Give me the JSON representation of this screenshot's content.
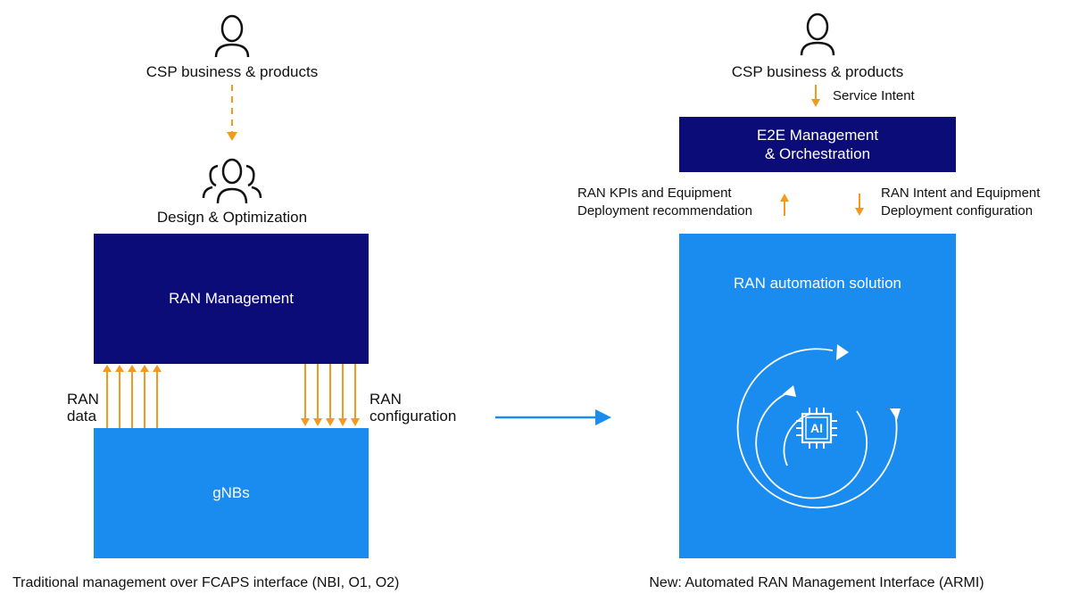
{
  "left": {
    "top_label": "CSP business & products",
    "design_label": "Design & Optimization",
    "ran_management": "RAN Management",
    "ran_data_label": [
      "RAN",
      "data"
    ],
    "ran_config_label": [
      "RAN",
      "configuration"
    ],
    "gnbs": "gNBs",
    "caption": "Traditional management over FCAPS interface (NBI, O1, O2)"
  },
  "right": {
    "top_label": "CSP business & products",
    "service_intent": "Service Intent",
    "e2e_box": [
      "E2E Management",
      "& Orchestration"
    ],
    "kpis_label": [
      "RAN KPIs and Equipment",
      "Deployment recommendation"
    ],
    "intent_label": [
      "RAN Intent and Equipment",
      "Deployment configuration"
    ],
    "automation_solution": "RAN automation solution",
    "ai_chip": "AI",
    "caption": "New: Automated RAN Management Interface (ARMI)"
  },
  "icons": {
    "left_top": "person-icon",
    "left_group": "group-icon",
    "right_top": "person-icon",
    "center_arrow": "arrow-right-icon",
    "cycle": "cycle-arrows-icon",
    "chip": "ai-chip-icon"
  },
  "colors": {
    "dark_navy": "#0c0c78",
    "bright_blue": "#1a8cf0",
    "arrow_orange": "#f29a1d",
    "text": "#111111"
  }
}
